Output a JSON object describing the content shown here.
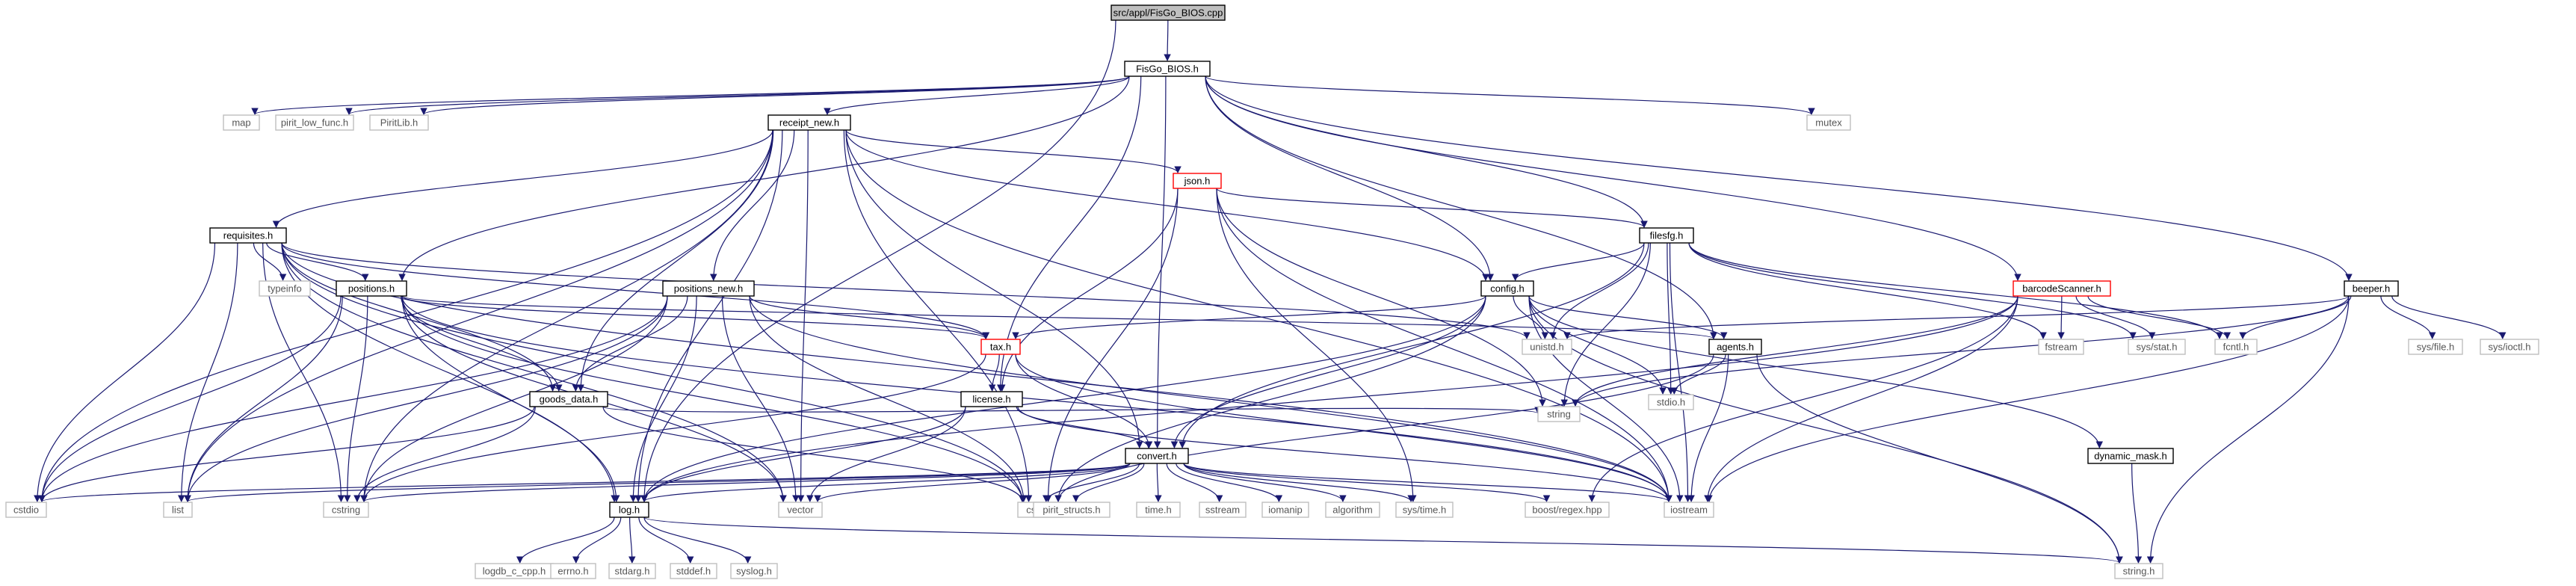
{
  "graph": {
    "title": "src/appl/FisGo_BIOS.cpp",
    "colors": {
      "edge": "#191970",
      "node_border": "#000000",
      "external_border": "#bfbfbf",
      "truncated_border": "#ff0000",
      "root_fill": "#bfbfbf",
      "external_text": "#555555"
    },
    "nodes": [
      {
        "id": "root",
        "label": "src/appl/FisGo_BIOS.cpp",
        "kind": "root"
      },
      {
        "id": "fisgo_bios_h",
        "label": "FisGo_BIOS.h",
        "kind": "file"
      },
      {
        "id": "map",
        "label": "map",
        "kind": "external"
      },
      {
        "id": "pirit_low_func_h",
        "label": "pirit_low_func.h",
        "kind": "external"
      },
      {
        "id": "piritlib_h",
        "label": "PiritLib.h",
        "kind": "external"
      },
      {
        "id": "receipt_new_h",
        "label": "receipt_new.h",
        "kind": "file"
      },
      {
        "id": "mutex",
        "label": "mutex",
        "kind": "external"
      },
      {
        "id": "json_h",
        "label": "json.h",
        "kind": "truncated"
      },
      {
        "id": "requisites_h",
        "label": "requisites.h",
        "kind": "file"
      },
      {
        "id": "filesfg_h",
        "label": "filesfg.h",
        "kind": "file"
      },
      {
        "id": "barcodescanner_h",
        "label": "barcodeScanner.h",
        "kind": "truncated"
      },
      {
        "id": "beeper_h",
        "label": "beeper.h",
        "kind": "file"
      },
      {
        "id": "typeinfo",
        "label": "typeinfo",
        "kind": "external"
      },
      {
        "id": "positions_h",
        "label": "positions.h",
        "kind": "file"
      },
      {
        "id": "positions_new_h",
        "label": "positions_new.h",
        "kind": "file"
      },
      {
        "id": "config_h",
        "label": "config.h",
        "kind": "file"
      },
      {
        "id": "tax_h",
        "label": "tax.h",
        "kind": "truncated"
      },
      {
        "id": "unistd_h",
        "label": "unistd.h",
        "kind": "external"
      },
      {
        "id": "agents_h",
        "label": "agents.h",
        "kind": "file"
      },
      {
        "id": "fstream",
        "label": "fstream",
        "kind": "external"
      },
      {
        "id": "sys_stat_h",
        "label": "sys/stat.h",
        "kind": "external"
      },
      {
        "id": "fcntl_h",
        "label": "fcntl.h",
        "kind": "external"
      },
      {
        "id": "sys_file_h",
        "label": "sys/file.h",
        "kind": "external"
      },
      {
        "id": "sys_ioctl_h",
        "label": "sys/ioctl.h",
        "kind": "external"
      },
      {
        "id": "goods_data_h",
        "label": "goods_data.h",
        "kind": "file"
      },
      {
        "id": "license_h",
        "label": "license.h",
        "kind": "file"
      },
      {
        "id": "stdio_h",
        "label": "stdio.h",
        "kind": "external"
      },
      {
        "id": "string",
        "label": "string",
        "kind": "external"
      },
      {
        "id": "dynamic_mask_h",
        "label": "dynamic_mask.h",
        "kind": "file"
      },
      {
        "id": "convert_h",
        "label": "convert.h",
        "kind": "file"
      },
      {
        "id": "cstdio",
        "label": "cstdio",
        "kind": "external"
      },
      {
        "id": "list",
        "label": "list",
        "kind": "external"
      },
      {
        "id": "cstring",
        "label": "cstring",
        "kind": "external"
      },
      {
        "id": "log_h",
        "label": "log.h",
        "kind": "file"
      },
      {
        "id": "vector",
        "label": "vector",
        "kind": "external"
      },
      {
        "id": "cstdint",
        "label": "cstdint",
        "kind": "external"
      },
      {
        "id": "pirit_structs_h",
        "label": "pirit_structs.h",
        "kind": "external"
      },
      {
        "id": "time_h",
        "label": "time.h",
        "kind": "external"
      },
      {
        "id": "sstream",
        "label": "sstream",
        "kind": "external"
      },
      {
        "id": "iomanip",
        "label": "iomanip",
        "kind": "external"
      },
      {
        "id": "algorithm",
        "label": "algorithm",
        "kind": "external"
      },
      {
        "id": "sys_time_h",
        "label": "sys/time.h",
        "kind": "external"
      },
      {
        "id": "boost_regex_hpp",
        "label": "boost/regex.hpp",
        "kind": "external"
      },
      {
        "id": "iostream",
        "label": "iostream",
        "kind": "external"
      },
      {
        "id": "logdb_c_cpp_h",
        "label": "logdb_c_cpp.h",
        "kind": "external"
      },
      {
        "id": "errno_h",
        "label": "errno.h",
        "kind": "external"
      },
      {
        "id": "stdarg_h",
        "label": "stdarg.h",
        "kind": "external"
      },
      {
        "id": "stddef_h",
        "label": "stddef.h",
        "kind": "external"
      },
      {
        "id": "syslog_h",
        "label": "syslog.h",
        "kind": "external"
      },
      {
        "id": "string_h",
        "label": "string.h",
        "kind": "external"
      }
    ],
    "edges": [
      [
        "root",
        "fisgo_bios_h"
      ],
      [
        "root",
        "log_h"
      ],
      [
        "fisgo_bios_h",
        "map"
      ],
      [
        "fisgo_bios_h",
        "pirit_low_func_h"
      ],
      [
        "fisgo_bios_h",
        "piritlib_h"
      ],
      [
        "fisgo_bios_h",
        "receipt_new_h"
      ],
      [
        "fisgo_bios_h",
        "mutex"
      ],
      [
        "fisgo_bios_h",
        "filesfg_h"
      ],
      [
        "fisgo_bios_h",
        "barcodescanner_h"
      ],
      [
        "fisgo_bios_h",
        "beeper_h"
      ],
      [
        "fisgo_bios_h",
        "positions_h"
      ],
      [
        "fisgo_bios_h",
        "config_h"
      ],
      [
        "fisgo_bios_h",
        "agents_h"
      ],
      [
        "fisgo_bios_h",
        "license_h"
      ],
      [
        "fisgo_bios_h",
        "convert_h"
      ],
      [
        "receipt_new_h",
        "json_h"
      ],
      [
        "receipt_new_h",
        "requisites_h"
      ],
      [
        "receipt_new_h",
        "positions_new_h"
      ],
      [
        "receipt_new_h",
        "config_h"
      ],
      [
        "receipt_new_h",
        "goods_data_h"
      ],
      [
        "receipt_new_h",
        "convert_h"
      ],
      [
        "receipt_new_h",
        "cstdio"
      ],
      [
        "receipt_new_h",
        "list"
      ],
      [
        "receipt_new_h",
        "cstring"
      ],
      [
        "receipt_new_h",
        "log_h"
      ],
      [
        "receipt_new_h",
        "vector"
      ],
      [
        "receipt_new_h",
        "cstdint"
      ],
      [
        "receipt_new_h",
        "iostream"
      ],
      [
        "json_h",
        "filesfg_h"
      ],
      [
        "json_h",
        "license_h"
      ],
      [
        "json_h",
        "string"
      ],
      [
        "json_h",
        "sys_time_h"
      ],
      [
        "json_h",
        "cstdint"
      ],
      [
        "json_h",
        "iostream"
      ],
      [
        "requisites_h",
        "typeinfo"
      ],
      [
        "requisites_h",
        "positions_h"
      ],
      [
        "requisites_h",
        "goods_data_h"
      ],
      [
        "requisites_h",
        "tax_h"
      ],
      [
        "requisites_h",
        "cstdio"
      ],
      [
        "requisites_h",
        "list"
      ],
      [
        "requisites_h",
        "cstring"
      ],
      [
        "requisites_h",
        "log_h"
      ],
      [
        "requisites_h",
        "vector"
      ],
      [
        "requisites_h",
        "cstdint"
      ],
      [
        "requisites_h",
        "iostream"
      ],
      [
        "requisites_h",
        "unistd_h"
      ],
      [
        "filesfg_h",
        "config_h"
      ],
      [
        "filesfg_h",
        "unistd_h"
      ],
      [
        "filesfg_h",
        "fstream"
      ],
      [
        "filesfg_h",
        "sys_stat_h"
      ],
      [
        "filesfg_h",
        "stdio_h"
      ],
      [
        "filesfg_h",
        "string"
      ],
      [
        "filesfg_h",
        "convert_h"
      ],
      [
        "filesfg_h",
        "iostream"
      ],
      [
        "filesfg_h",
        "fcntl_h"
      ],
      [
        "barcodescanner_h",
        "fstream"
      ],
      [
        "barcodescanner_h",
        "sys_stat_h"
      ],
      [
        "barcodescanner_h",
        "fcntl_h"
      ],
      [
        "barcodescanner_h",
        "string"
      ],
      [
        "barcodescanner_h",
        "iostream"
      ],
      [
        "barcodescanner_h",
        "boost_regex_hpp"
      ],
      [
        "barcodescanner_h",
        "log_h"
      ],
      [
        "beeper_h",
        "unistd_h"
      ],
      [
        "beeper_h",
        "fcntl_h"
      ],
      [
        "beeper_h",
        "sys_file_h"
      ],
      [
        "beeper_h",
        "sys_ioctl_h"
      ],
      [
        "beeper_h",
        "iostream"
      ],
      [
        "beeper_h",
        "string_h"
      ],
      [
        "beeper_h",
        "string"
      ],
      [
        "positions_h",
        "goods_data_h"
      ],
      [
        "positions_h",
        "tax_h"
      ],
      [
        "positions_h",
        "agents_h"
      ],
      [
        "positions_h",
        "cstdio"
      ],
      [
        "positions_h",
        "list"
      ],
      [
        "positions_h",
        "cstring"
      ],
      [
        "positions_h",
        "log_h"
      ],
      [
        "positions_h",
        "vector"
      ],
      [
        "positions_h",
        "cstdint"
      ],
      [
        "positions_h",
        "iostream"
      ],
      [
        "positions_new_h",
        "goods_data_h"
      ],
      [
        "positions_new_h",
        "tax_h"
      ],
      [
        "positions_new_h",
        "list"
      ],
      [
        "positions_new_h",
        "cstring"
      ],
      [
        "positions_new_h",
        "log_h"
      ],
      [
        "positions_new_h",
        "vector"
      ],
      [
        "positions_new_h",
        "cstdint"
      ],
      [
        "positions_new_h",
        "iostream"
      ],
      [
        "positions_new_h",
        "cstdio"
      ],
      [
        "config_h",
        "tax_h"
      ],
      [
        "config_h",
        "unistd_h"
      ],
      [
        "config_h",
        "agents_h"
      ],
      [
        "config_h",
        "stdio_h"
      ],
      [
        "config_h",
        "dynamic_mask_h"
      ],
      [
        "config_h",
        "convert_h"
      ],
      [
        "config_h",
        "log_h"
      ],
      [
        "config_h",
        "cstdint"
      ],
      [
        "config_h",
        "iostream"
      ],
      [
        "config_h",
        "string_h"
      ],
      [
        "tax_h",
        "license_h"
      ],
      [
        "tax_h",
        "convert_h"
      ],
      [
        "tax_h",
        "cstring"
      ],
      [
        "tax_h",
        "iostream"
      ],
      [
        "agents_h",
        "stdio_h"
      ],
      [
        "agents_h",
        "iostream"
      ],
      [
        "agents_h",
        "cstdint"
      ],
      [
        "agents_h",
        "string_h"
      ],
      [
        "goods_data_h",
        "cstdio"
      ],
      [
        "goods_data_h",
        "cstring"
      ],
      [
        "goods_data_h",
        "cstdint"
      ],
      [
        "goods_data_h",
        "string"
      ],
      [
        "license_h",
        "convert_h"
      ],
      [
        "license_h",
        "vector"
      ],
      [
        "license_h",
        "log_h"
      ],
      [
        "license_h",
        "iostream"
      ],
      [
        "dynamic_mask_h",
        "string_h"
      ],
      [
        "convert_h",
        "cstdio"
      ],
      [
        "convert_h",
        "list"
      ],
      [
        "convert_h",
        "cstring"
      ],
      [
        "convert_h",
        "log_h"
      ],
      [
        "convert_h",
        "vector"
      ],
      [
        "convert_h",
        "cstdint"
      ],
      [
        "convert_h",
        "pirit_structs_h"
      ],
      [
        "convert_h",
        "time_h"
      ],
      [
        "convert_h",
        "sstream"
      ],
      [
        "convert_h",
        "iomanip"
      ],
      [
        "convert_h",
        "algorithm"
      ],
      [
        "convert_h",
        "sys_time_h"
      ],
      [
        "convert_h",
        "boost_regex_hpp"
      ],
      [
        "convert_h",
        "iostream"
      ],
      [
        "log_h",
        "logdb_c_cpp_h"
      ],
      [
        "log_h",
        "errno_h"
      ],
      [
        "log_h",
        "stdarg_h"
      ],
      [
        "log_h",
        "stddef_h"
      ],
      [
        "log_h",
        "syslog_h"
      ],
      [
        "log_h",
        "string_h"
      ]
    ]
  }
}
